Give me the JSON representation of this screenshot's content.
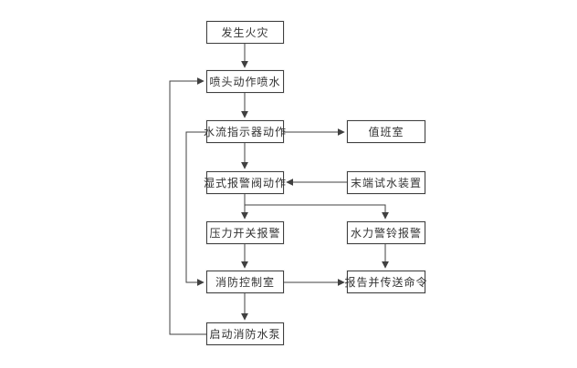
{
  "diagram": {
    "type": "flowchart",
    "colors": {
      "line": "#404040",
      "box_border": "#404040",
      "text": "#333333",
      "background": "#ffffff"
    },
    "nodes": {
      "fire": {
        "label": "发生火灾"
      },
      "sprinkler_spray": {
        "label": "喷头动作喷水"
      },
      "water_flow_indicator": {
        "label": "水流指示器动作"
      },
      "duty_room": {
        "label": "值班室"
      },
      "wet_alarm_valve": {
        "label": "湿式报警阀动作"
      },
      "end_test_device": {
        "label": "末端试水装置"
      },
      "pressure_switch_alarm": {
        "label": "压力开关报警"
      },
      "hydraulic_bell_alarm": {
        "label": "水力警铃报警"
      },
      "fire_control_room": {
        "label": "消防控制室"
      },
      "report_command": {
        "label": "报告并传送命令"
      },
      "start_fire_pump": {
        "label": "启动消防水泵"
      }
    },
    "edges": [
      {
        "from": "发生火灾",
        "to": "喷头动作喷水"
      },
      {
        "from": "喷头动作喷水",
        "to": "水流指示器动作"
      },
      {
        "from": "水流指示器动作",
        "to": "湿式报警阀动作"
      },
      {
        "from": "水流指示器动作",
        "to": "值班室"
      },
      {
        "from": "水流指示器动作",
        "to": "消防控制室"
      },
      {
        "from": "末端试水装置",
        "to": "湿式报警阀动作"
      },
      {
        "from": "湿式报警阀动作",
        "to": "压力开关报警"
      },
      {
        "from": "湿式报警阀动作",
        "to": "水力警铃报警"
      },
      {
        "from": "压力开关报警",
        "to": "消防控制室"
      },
      {
        "from": "水力警铃报警",
        "to": "报告并传送命令"
      },
      {
        "from": "消防控制室",
        "to": "报告并传送命令"
      },
      {
        "from": "消防控制室",
        "to": "启动消防水泵"
      },
      {
        "from": "启动消防水泵",
        "to": "喷头动作喷水"
      }
    ]
  }
}
